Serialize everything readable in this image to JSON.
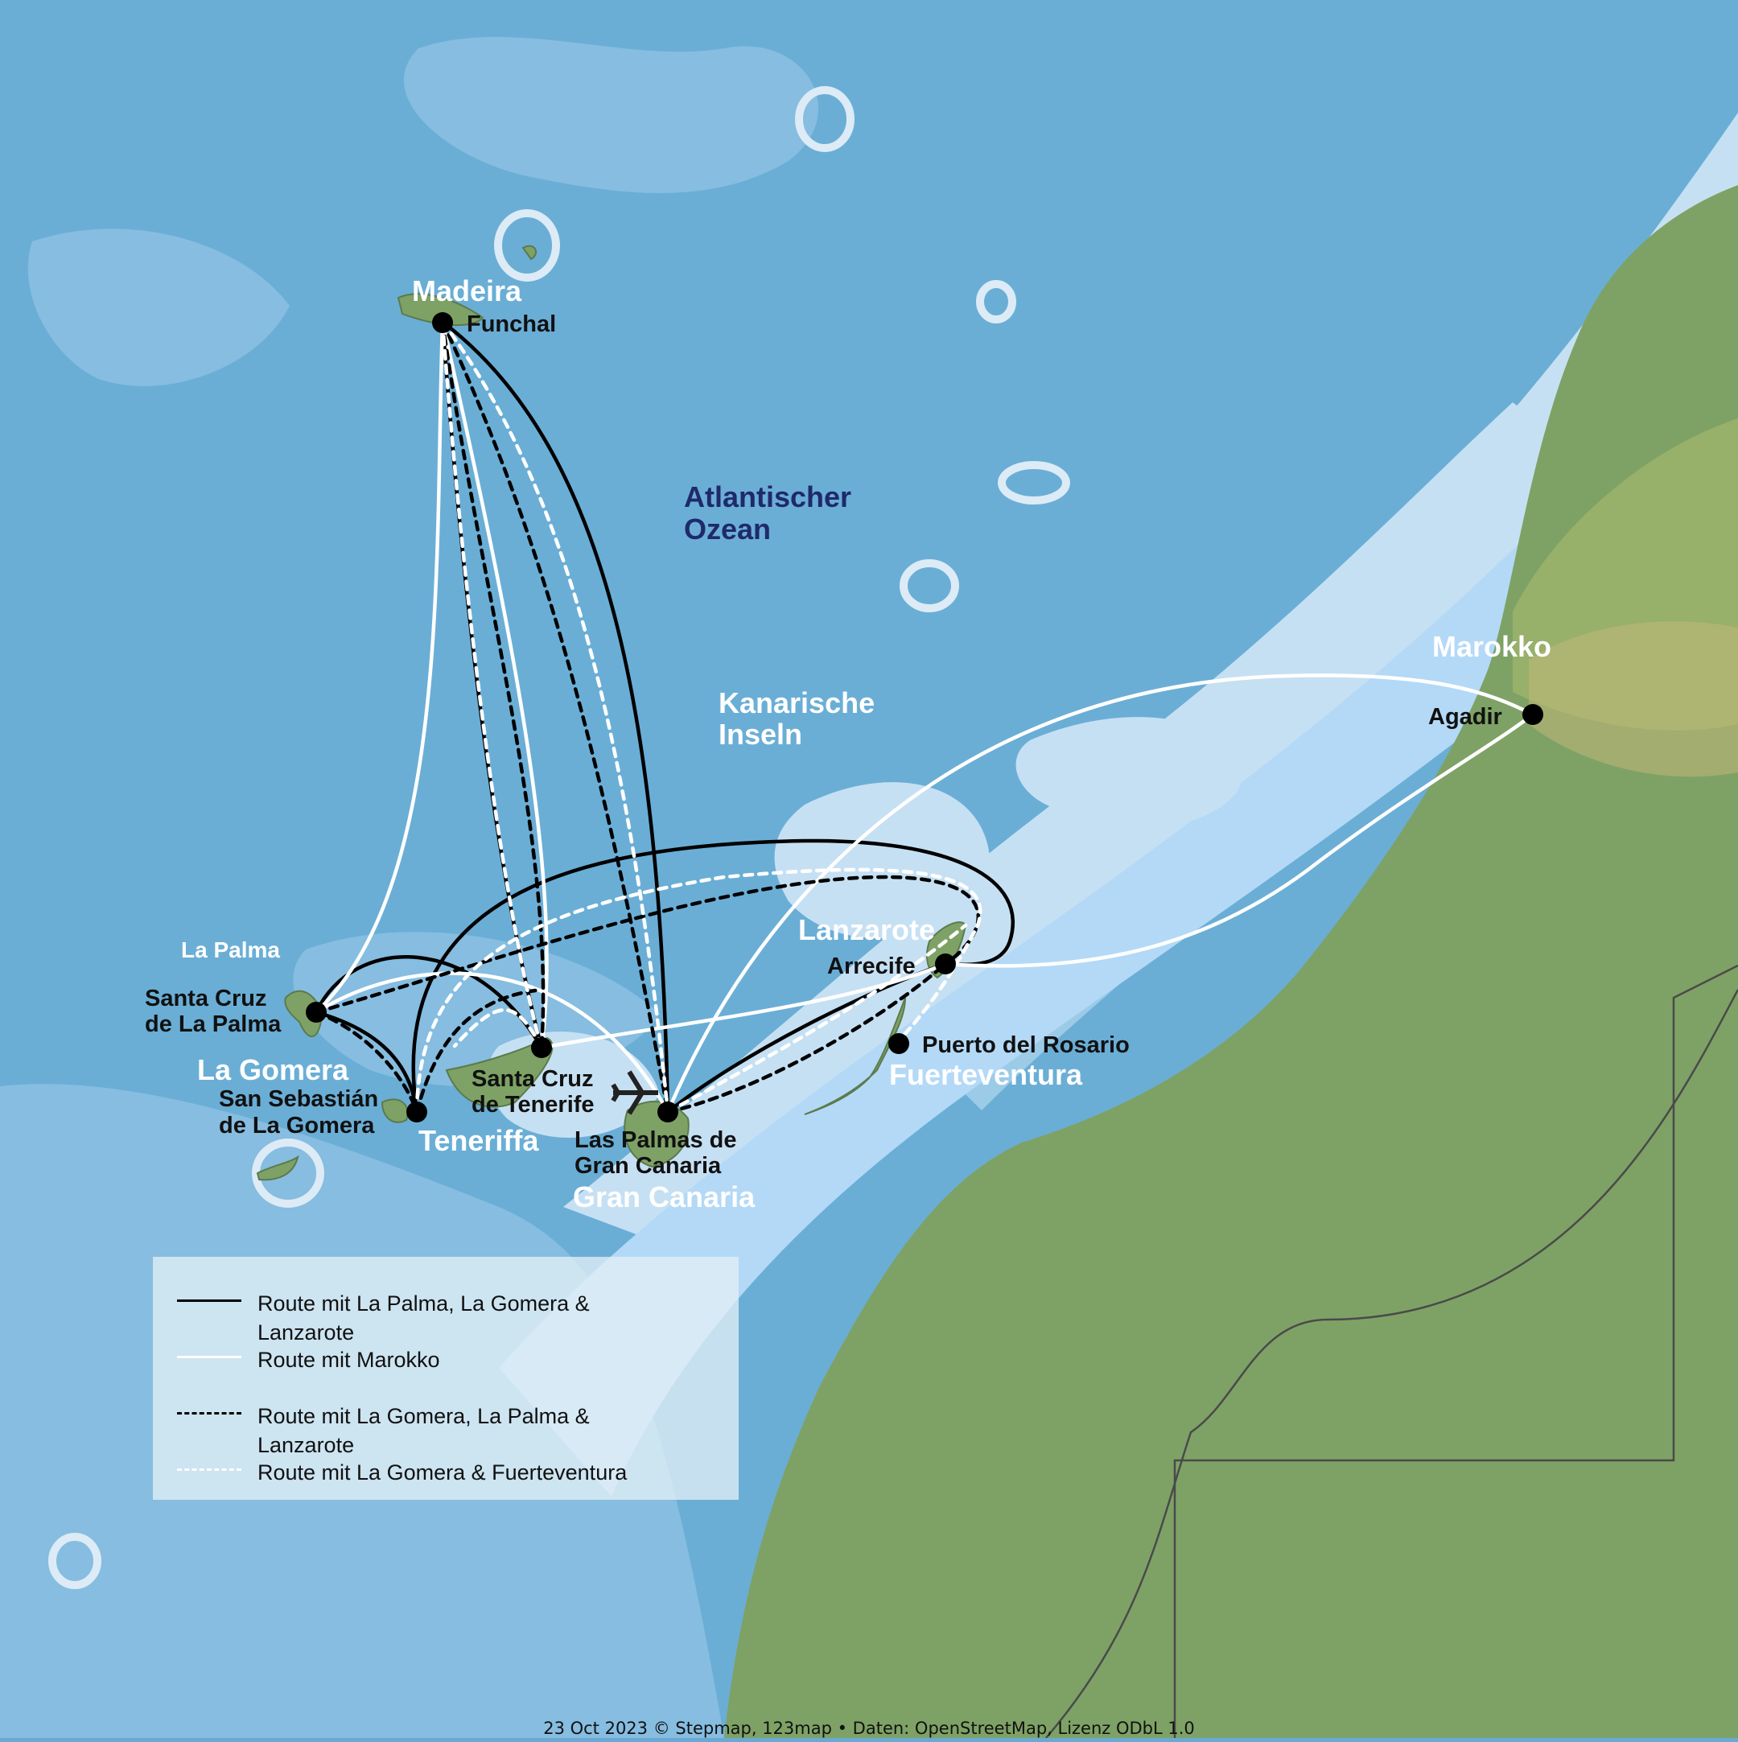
{
  "ocean": {
    "title_line1": "Atlantischer",
    "title_line2": "Ozean"
  },
  "archipelago": {
    "title_line1": "Kanarische",
    "title_line2": "Inseln"
  },
  "regions": {
    "madeira": "Madeira",
    "marokko": "Marokko",
    "la_palma": "La Palma",
    "la_gomera": "La Gomera",
    "teneriffa": "Teneriffa",
    "gran_canaria": "Gran Canaria",
    "lanzarote": "Lanzarote",
    "fuerteventura": "Fuerteventura"
  },
  "ports": {
    "funchal": "Funchal",
    "agadir": "Agadir",
    "santa_cruz_la_palma_1": "Santa Cruz",
    "santa_cruz_la_palma_2": "de La Palma",
    "san_sebastian_1": "San Sebastián",
    "san_sebastian_2": "de La Gomera",
    "santa_cruz_tenerife_1": "Santa Cruz",
    "santa_cruz_tenerife_2": "de Tenerife",
    "las_palmas_1": "Las Palmas de",
    "las_palmas_2": "Gran Canaria",
    "arrecife": "Arrecife",
    "puerto_del_rosario": "Puerto del Rosario"
  },
  "icons": {
    "airport": "airplane-icon",
    "port": "port-dot-icon"
  },
  "colors": {
    "route_black": "#000000",
    "route_white": "#ffffff",
    "land": "#7ea265",
    "shallow_water": "#b3d9f7"
  },
  "legend": {
    "items": [
      {
        "style": "solid-black",
        "label": "Route mit La Palma, La Gomera & Lanzarote"
      },
      {
        "style": "solid-white",
        "label": "Route mit Marokko"
      },
      {
        "style": "dashed-black",
        "label": "Route mit La Gomera, La Palma & Lanzarote"
      },
      {
        "style": "dashed-white",
        "label": "Route mit La Gomera & Fuerteventura"
      }
    ]
  },
  "attribution": "23 Oct 2023 © Stepmap, 123map • Daten: OpenStreetMap, Lizenz ODbL 1.0"
}
